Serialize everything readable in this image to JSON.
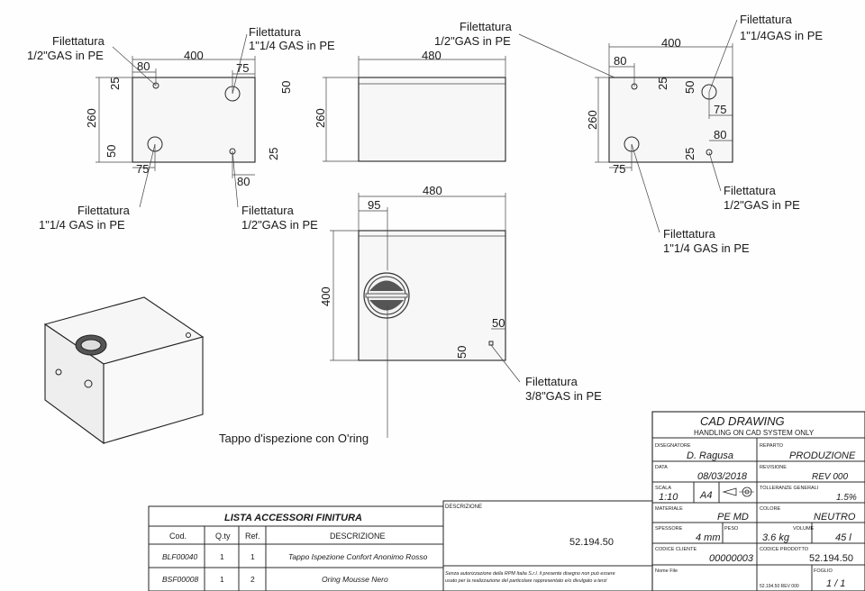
{
  "views": {
    "top_left": {
      "dims": {
        "width": "400",
        "height": "260",
        "off_a": "80",
        "off_b": "75",
        "off_c": "75",
        "off_d": "80",
        "v1": "25",
        "v2": "50",
        "v3": "50",
        "v4": "25"
      },
      "callouts": [
        {
          "l1": "Filettatura",
          "l2": "1/2\"GAS in PE"
        },
        {
          "l1": "Filettatura",
          "l2": "1\"1/4 GAS in PE"
        },
        {
          "l1": "Filettatura",
          "l2": "1\"1/4 GAS in PE"
        },
        {
          "l1": "Filettatura",
          "l2": "1/2\"GAS in PE"
        }
      ]
    },
    "front": {
      "dims": {
        "width": "480",
        "height": "260"
      },
      "callout": {
        "l1": "Filettatura",
        "l2": "1/2\"GAS in PE"
      }
    },
    "right": {
      "dims": {
        "width": "400",
        "height": "260",
        "a": "80",
        "b": "25",
        "c": "50",
        "d": "75",
        "e": "80",
        "f": "25",
        "g": "75"
      },
      "callouts": [
        {
          "l1": "Filettatura",
          "l2": "1\"1/4GAS in PE"
        },
        {
          "l1": "Filettatura",
          "l2": "1/2\"GAS in PE"
        },
        {
          "l1": "Filettatura",
          "l2": "1\"1/4 GAS in PE"
        }
      ]
    },
    "bottom": {
      "dims": {
        "width": "480",
        "off": "95",
        "height": "400",
        "h1": "50",
        "v1": "50"
      },
      "callout": {
        "l1": "Filettatura",
        "l2": "3/8\"GAS in PE"
      },
      "cap_label": "Tappo d'ispezione con O'ring"
    }
  },
  "accessories": {
    "title": "LISTA ACCESSORI FINITURA",
    "headers": [
      "Cod.",
      "Q.ty",
      "Ref.",
      "DESCRIZIONE"
    ],
    "rows": [
      [
        "BLF00040",
        "1",
        "1",
        "Tappo Ispezione Confort Anonimo Rosso"
      ],
      [
        "BSF00008",
        "1",
        "2",
        "Oring Mousse Nero"
      ]
    ]
  },
  "description_box": {
    "label": "DESCRIZIONE",
    "value": "52.194.50",
    "notice": [
      "Senza autorizzazione della RPM Italia S.r.l. il presente disegno non può essere",
      "usato per la realizzazione del particolare rappresentato e/o divulgato a terzi"
    ]
  },
  "title_block": {
    "title": "CAD   DRAWING",
    "subtitle": "HANDLING ON CAD SYSTEM ONLY",
    "fields": {
      "designer_label": "DISEGNATORE",
      "designer": "D. Ragusa",
      "department_label": "REPARTO",
      "department": "PRODUZIONE",
      "date_label": "DATA",
      "date": "08/03/2018",
      "revision_label": "REVISIONE",
      "revision": "REV 000",
      "scale_label": "SCALA",
      "scale": "1:10",
      "format": "A4",
      "tolerance_label": "TOLLERANZE GENERALI",
      "tolerance": "1.5%",
      "material_label": "MATERIALE",
      "material": "PE MD",
      "color_label": "COLORE",
      "color": "NEUTRO",
      "thickness_label": "SPESSORE",
      "thickness": "4 mm",
      "weight_label": "PESO",
      "weight": "3.6 kg",
      "volume_label": "VOLUME",
      "volume": "45 l",
      "client_code_label": "CODICE CLIENTE",
      "client_code": "00000003",
      "product_code_label": "CODICE PRODOTTO",
      "product_code": "52.194.50",
      "file_label": "Nome File",
      "file": "52.194.50 REV 000",
      "sheet_label": "FOGLIO",
      "sheet": "1 / 1"
    }
  }
}
